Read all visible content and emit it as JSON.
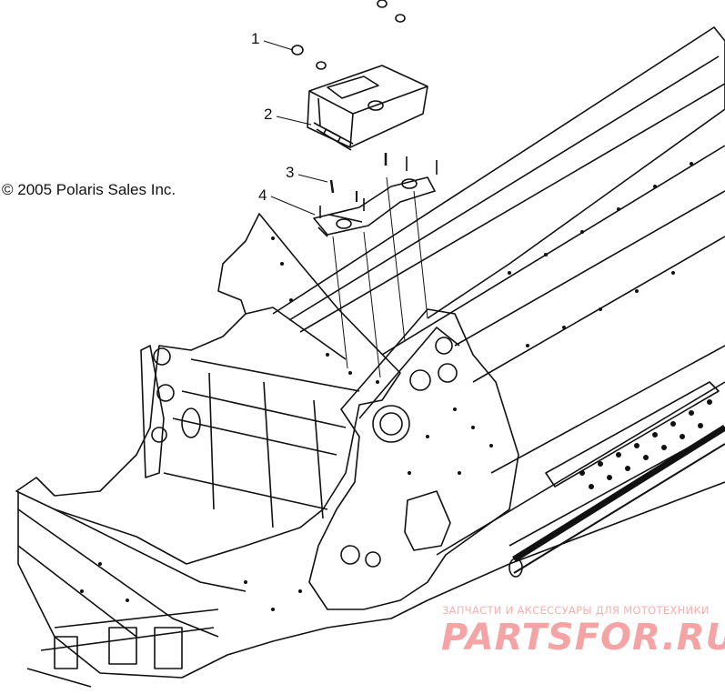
{
  "diagram": {
    "copyright": "© 2005 Polaris Sales Inc.",
    "callouts": [
      "1",
      "2",
      "3",
      "4"
    ],
    "watermark": {
      "tagline": "ЗАПЧАСТИ И АКСЕССУАРЫ ДЛЯ МОТОТЕХНИКИ",
      "brand": "PARTSFOR.RU"
    }
  }
}
